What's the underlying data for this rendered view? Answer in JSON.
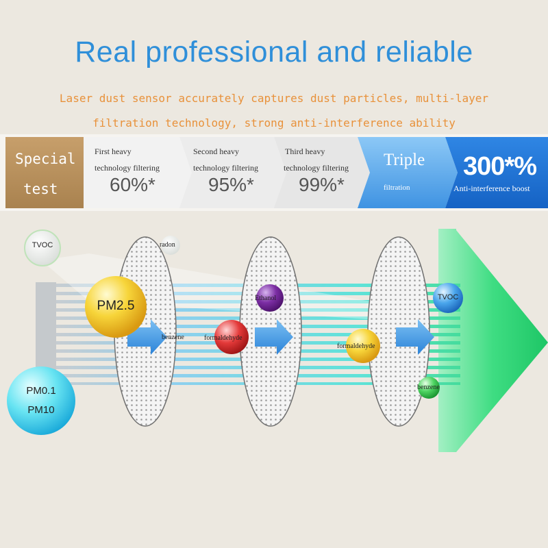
{
  "header": {
    "title": "Real professional and reliable",
    "subtitle_line1": "Laser dust sensor accurately captures dust particles, multi-layer",
    "subtitle_line2": "filtration technology, strong anti-interference ability"
  },
  "band": {
    "special": {
      "line1": "Special",
      "line2": "test"
    },
    "stages": [
      {
        "line1": "First heavy",
        "line2": "technology filtering",
        "percent": "60%*"
      },
      {
        "line1": "Second heavy",
        "line2": "technology filtering",
        "percent": "95%*"
      },
      {
        "line1": "Third  heavy",
        "line2": "technology filtering",
        "percent": "99%*"
      }
    ],
    "triple": {
      "title": "Triple",
      "sub": "filtration"
    },
    "boost": {
      "value": "300*%",
      "sub": "Anti-interference boost"
    }
  },
  "particles": {
    "tvoc_left": "TVOC",
    "radon": "radon",
    "pm25": "PM2.5",
    "benzene_1": "benzene",
    "pm01": "PM0.1",
    "pm10": "PM10",
    "formaldehyde_1": "formaldehyde",
    "ethanol": "Ethanol",
    "formaldehyde_2": "formaldehyde",
    "tvoc_right": "TVOC",
    "benzene_2": "benzene"
  },
  "colors": {
    "title_blue": "#2f8fd9",
    "subtitle_orange": "#e8913a",
    "special_gold": "#b48a56",
    "triple_blue": "#5aa8ec",
    "boost_blue": "#1f74d6",
    "arrow_green": "#2ed57a"
  }
}
